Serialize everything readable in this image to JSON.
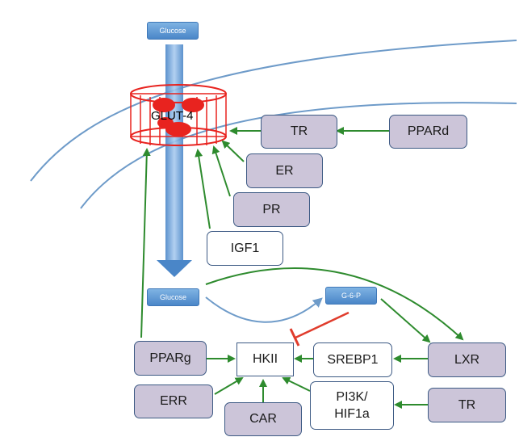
{
  "colors": {
    "membrane": "#6e9bc9",
    "activation_arrow": "#2e8b2e",
    "inhibition": "#e03c2c",
    "transporter": "#e8231f",
    "regulator_fill": "#ccc5d9",
    "node_border": "#3d5a84",
    "metabolite_pill": "#4a86c8"
  },
  "metabolites": {
    "glucose_outside": "Glucose",
    "glucose_inside": "Glucose",
    "g6p": "G-6-P"
  },
  "transporter": {
    "label": "GLUT-4"
  },
  "enzyme": {
    "label": "HKII"
  },
  "glut4_regulators": {
    "tr": "TR",
    "pparD": "PPARd",
    "er": "ER",
    "pr": "PR",
    "igf1": "IGF1"
  },
  "hkii_regulators": {
    "pparG": "PPARg",
    "err": "ERR",
    "car": "CAR",
    "srebp1": "SREBP1",
    "pi3k_line1": "PI3K/",
    "pi3k_line2": "HIF1a",
    "lxr": "LXR",
    "tr_bottom": "TR"
  }
}
